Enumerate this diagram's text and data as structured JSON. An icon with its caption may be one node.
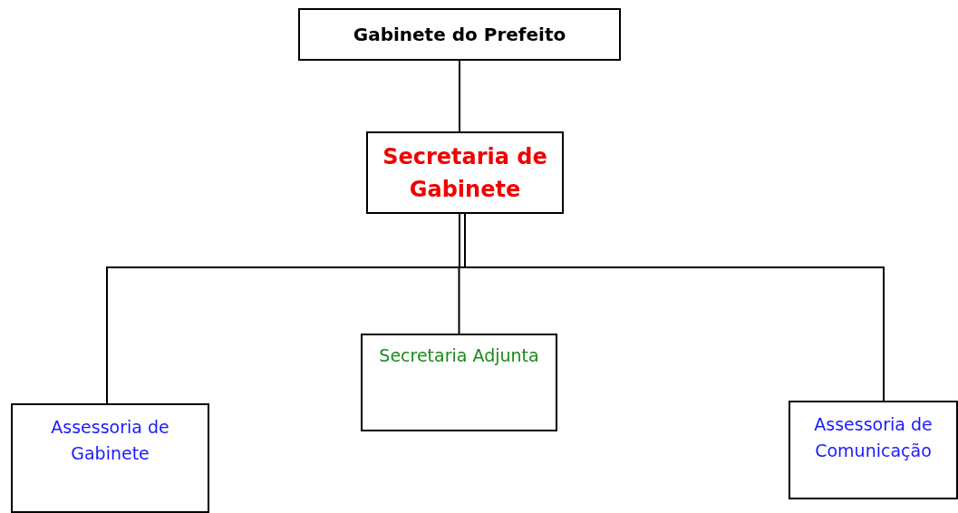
{
  "diagram": {
    "nodes": [
      {
        "text": [
          "Gabinete do Prefeito"
        ]
      },
      {
        "text": [
          "Secretaria de Gabinete"
        ]
      },
      {
        "text": [
          "Assessoria de Gabinete"
        ]
      },
      {
        "text": [
          "Secretaria Adjunta"
        ]
      },
      {
        "text": [
          "Assessoria de Comunicação"
        ]
      }
    ],
    "edges": [
      {
        "from": 0,
        "to": 1,
        "arrow": "none"
      },
      {
        "from": 1,
        "to": 2,
        "arrow": "none"
      },
      {
        "from": 1,
        "to": 3,
        "arrow": "none"
      },
      {
        "from": 1,
        "to": 4,
        "arrow": "none"
      }
    ]
  }
}
